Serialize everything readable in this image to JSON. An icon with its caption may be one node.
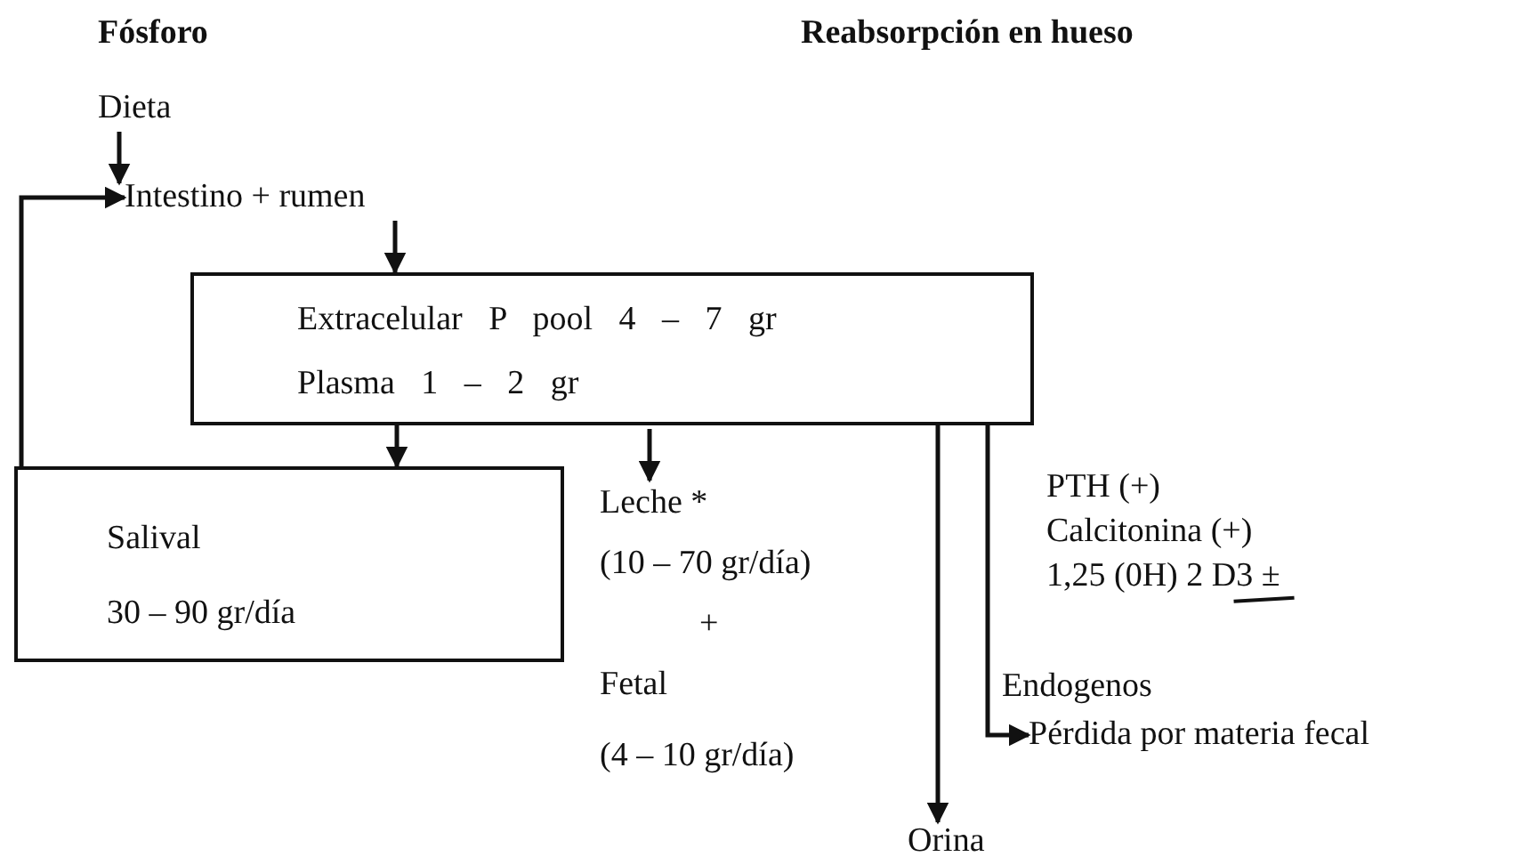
{
  "diagram": {
    "nodes": [
      {
        "text": [
          "Dieta"
        ]
      },
      {
        "text": [
          "Intestino + rumen"
        ]
      },
      {
        "text": [
          "Extracelular P pool 4 – 7 gr",
          "Plasma 1 – 2 gr"
        ]
      },
      {
        "text": [
          "Salival",
          "30 – 90 gr/día"
        ]
      },
      {
        "text": [
          "Leche *",
          "(10 – 70 gr/día)",
          "+",
          "Fetal",
          "(4 – 10 gr/día)"
        ]
      },
      {
        "text": [
          "Orina"
        ]
      },
      {
        "text": [
          "Pérdida por materia fecal"
        ]
      }
    ],
    "edges": [
      {
        "from": 0,
        "to": 1,
        "arrow": "to"
      },
      {
        "from": 1,
        "to": 2,
        "arrow": "to"
      },
      {
        "from": 2,
        "to": 3,
        "arrow": "to"
      },
      {
        "from": 2,
        "to": 4,
        "arrow": "to"
      },
      {
        "from": 2,
        "to": 5,
        "arrow": "to"
      },
      {
        "from": 2,
        "to": 6,
        "arrow": "to",
        "label": "Endogenos"
      },
      {
        "from": 3,
        "to": 1,
        "arrow": "to"
      }
    ],
    "labels": [
      "Fósforo",
      "Reabsorpción en hueso",
      "PTH (+)",
      "Calcitonina (+)",
      "1,25 (0H) 2 D3 ±"
    ]
  }
}
